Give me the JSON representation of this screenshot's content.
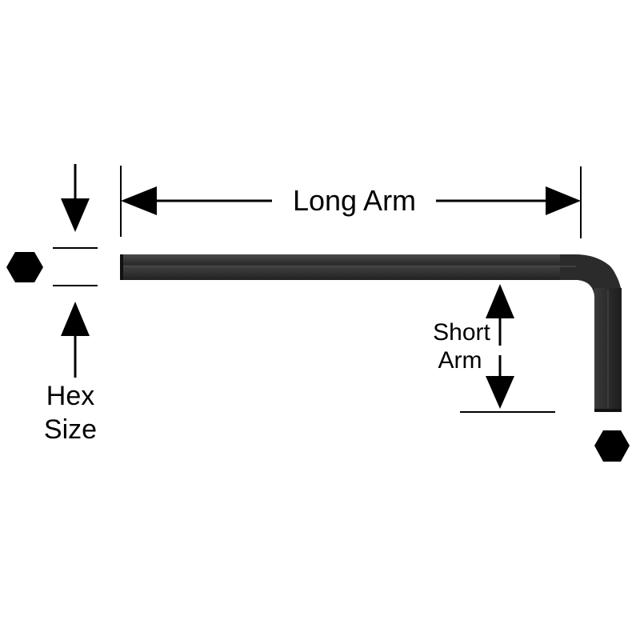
{
  "labels": {
    "long_arm": "Long Arm",
    "short_arm_line1": "Short",
    "short_arm_line2": "Arm",
    "hex_size_line1": "Hex",
    "hex_size_line2": "Size"
  },
  "colors": {
    "wrench_body": "#2b2b2b",
    "wrench_highlight": "#4a4a4a",
    "line": "#000000",
    "background": "#ffffff"
  },
  "icons": {
    "hex_end_left": "hexagon-icon",
    "hex_end_bottom": "hexagon-icon"
  }
}
